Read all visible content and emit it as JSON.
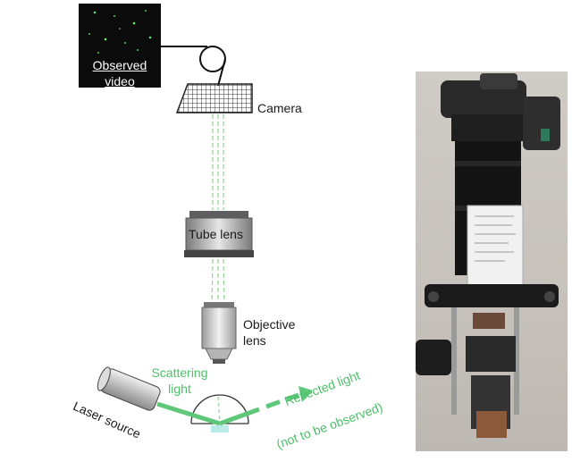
{
  "diagram": {
    "observed_video_label": "Observed video",
    "camera_label": "Camera",
    "tube_lens_label": "Tube lens",
    "objective_lens_label": "Objective lens",
    "scattering_light_label": "Scattering light",
    "laser_source_label": "Laser source",
    "reflected_light_label": "Reflected light",
    "reflected_light_note": "(not to be observed)"
  },
  "colors": {
    "beam_green": "#5ec77a",
    "label_green": "#4cbf6a",
    "dash_green": "#9ed79b",
    "text": "#1a1a1a",
    "video_bg": "#0b0b0b",
    "photo_bg": "#c8c4be"
  }
}
